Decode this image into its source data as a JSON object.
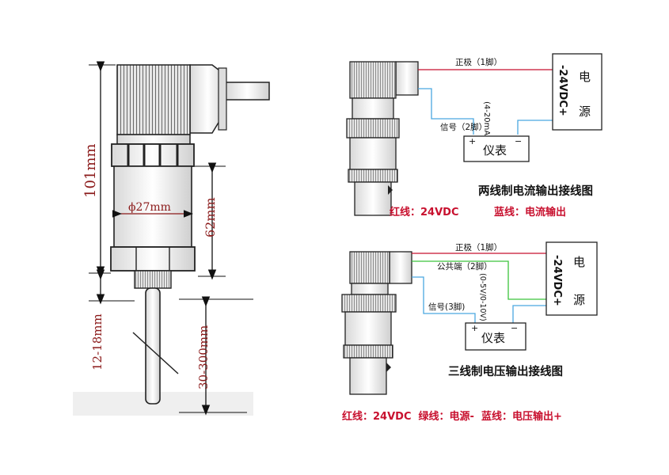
{
  "left_drawing": {
    "height_total": "101mm",
    "body_height": "62mm",
    "diameter": "ϕ27mm",
    "thread": "12-18mm",
    "probe_length": "30-300mm"
  },
  "two_wire": {
    "title": "两线制电流输出接线图",
    "positive": "正极（1脚）",
    "signal": "信号（2脚）",
    "current_range": "(4-20mA)",
    "meter": "仪表",
    "meter_plus": "+",
    "meter_minus": "−",
    "supply_voltage": "-24VDC+",
    "supply_char1": "电",
    "supply_char2": "源",
    "legend_red": "红线：24VDC",
    "legend_blue": "蓝线：电流输出"
  },
  "three_wire": {
    "title": "三线制电压输出接线图",
    "positive": "正极（1脚）",
    "common": "公共端（2脚）",
    "signal": "信号(3脚)",
    "voltage_range": "(0-5V/0-10V)",
    "meter": "仪表",
    "meter_plus": "+",
    "meter_minus": "−",
    "supply_voltage": "-24VDC+",
    "supply_char1": "电",
    "supply_char2": "源",
    "legend": "红线：24VDC  绿线：电源-  蓝线：电压输出+"
  },
  "colors": {
    "red_wire": "#c8102e",
    "blue_wire": "#4aa8e0",
    "green_wire": "#3cc43c",
    "label_red": "#c8102e"
  }
}
